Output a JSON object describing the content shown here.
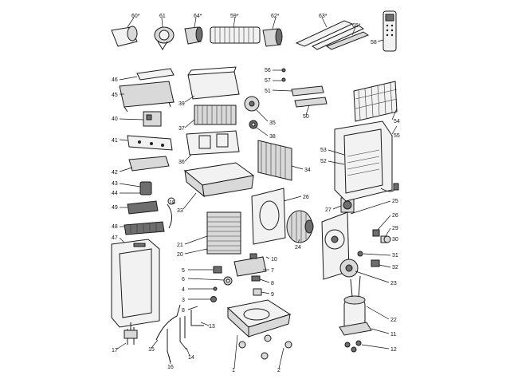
{
  "labels": {
    "p60": "60*",
    "p61": "61",
    "p64": "64*",
    "p59": "59*",
    "p62": "62*",
    "p63": "63*",
    "p65": "65*",
    "p58": "58",
    "p46": "46",
    "p45": "45",
    "p40": "40",
    "p41": "41",
    "p42": "42",
    "p43": "43",
    "p44": "44",
    "p49": "49",
    "p48": "48",
    "p47": "47",
    "p39": "39",
    "p37": "37",
    "p36": "36",
    "p33": "33",
    "p18": "18",
    "p56": "56",
    "p57": "57",
    "p51": "51",
    "p50": "50",
    "p35": "35",
    "p38": "38",
    "p54": "54",
    "p55": "55",
    "p53": "53",
    "p52": "52",
    "p34": "34",
    "p26a": "26",
    "p27": "27",
    "p25": "25",
    "p26b": "26",
    "p29": "29",
    "p30": "30",
    "p31": "31",
    "p32": "32",
    "p23": "23",
    "p24": "24",
    "p21": "21",
    "p20": "20",
    "p10": "10",
    "p7": "7",
    "p8a": "8",
    "p9": "9",
    "p5": "5",
    "p6": "6",
    "p4": "4",
    "p3": "3",
    "p8b": "8",
    "p13": "13",
    "p22": "22",
    "p11": "11",
    "p12": "12",
    "p17": "17",
    "p15": "15",
    "p14": "14",
    "p16": "16",
    "p1": "1",
    "p2": "2"
  }
}
